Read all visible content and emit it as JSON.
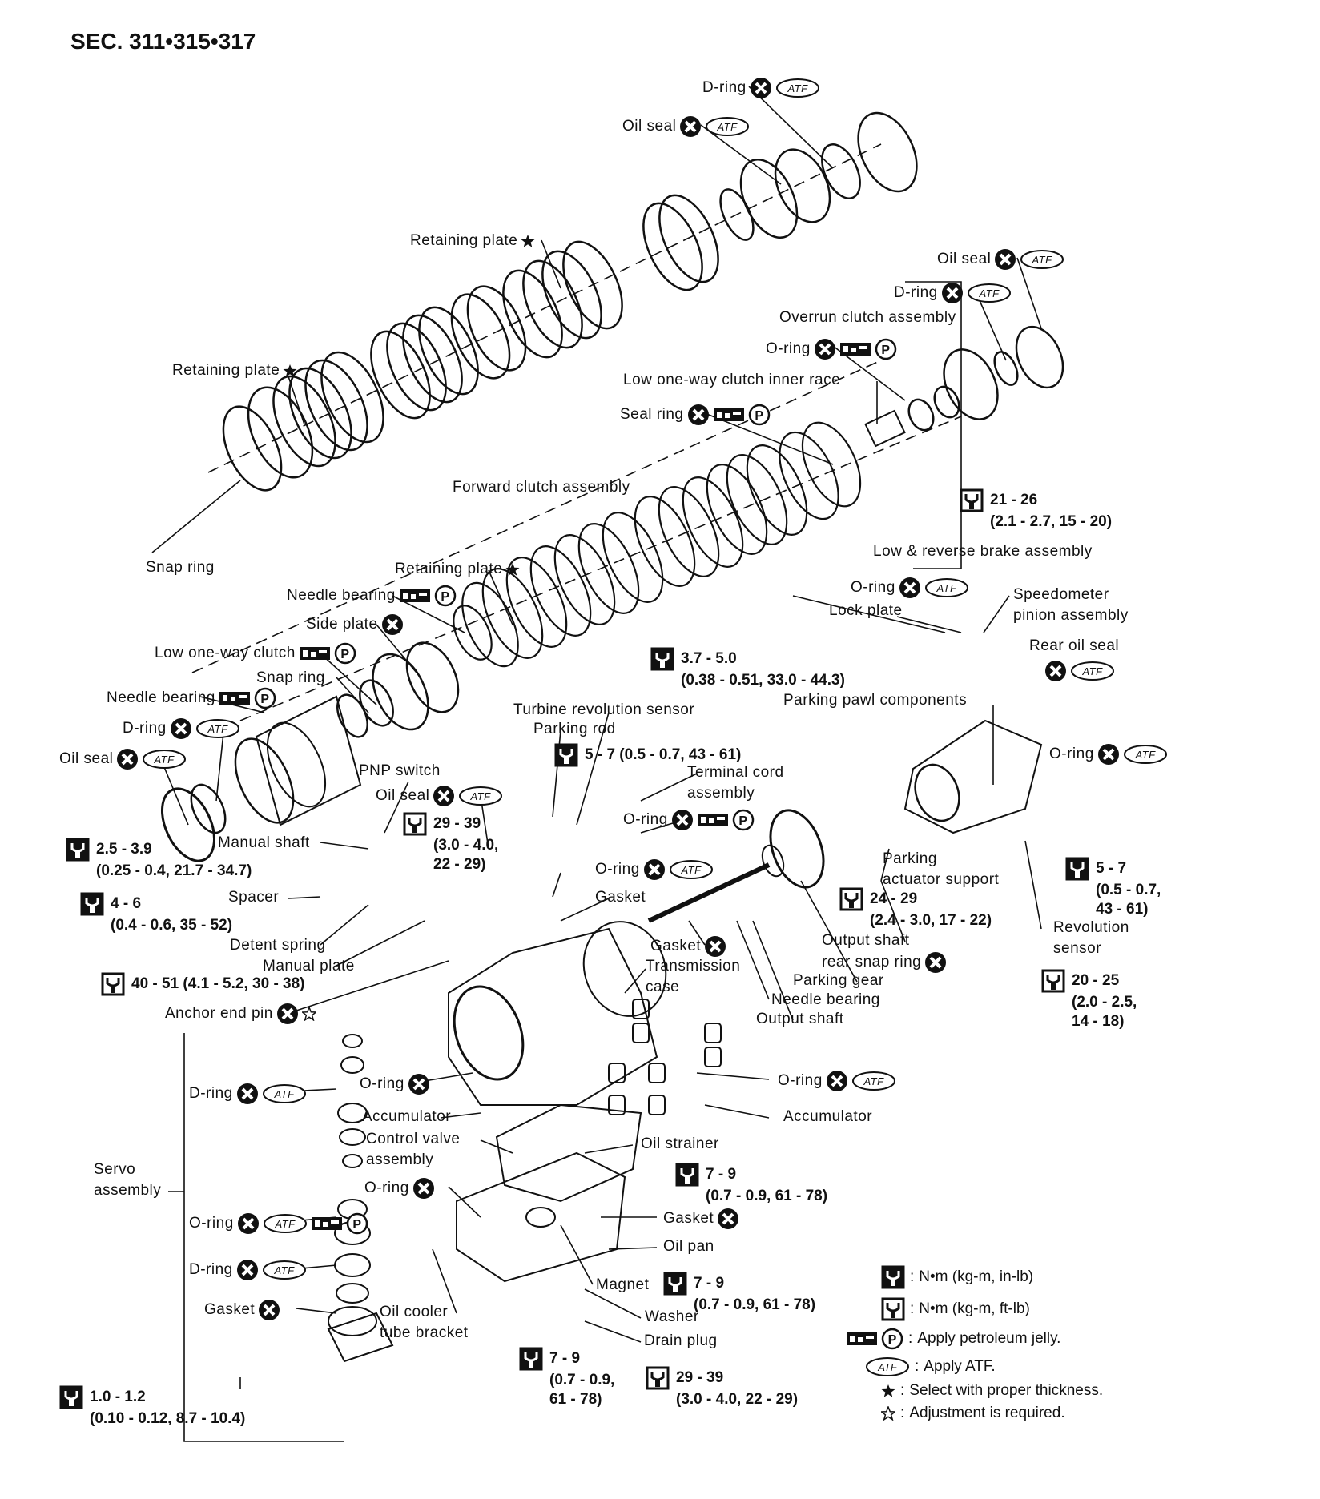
{
  "header": {
    "section": "SEC. 311•315•317"
  },
  "labels": [
    {
      "id": "d-ring-top",
      "text": "D-ring",
      "symbols": [
        "x",
        "atf"
      ]
    },
    {
      "id": "oil-seal-top",
      "text": "Oil seal",
      "symbols": [
        "x",
        "atf"
      ]
    },
    {
      "id": "retaining-plate-1",
      "text": "Retaining plate",
      "symbols": [
        "star"
      ]
    },
    {
      "id": "oil-seal-right",
      "text": "Oil seal",
      "symbols": [
        "x",
        "atf"
      ]
    },
    {
      "id": "d-ring-right",
      "text": "D-ring",
      "symbols": [
        "x",
        "atf"
      ]
    },
    {
      "id": "overrun-clutch",
      "text": "Overrun clutch assembly",
      "symbols": []
    },
    {
      "id": "o-ring-right",
      "text": "O-ring",
      "symbols": [
        "x",
        "jelly",
        "p"
      ]
    },
    {
      "id": "retaining-plate-2",
      "text": "Retaining plate",
      "symbols": [
        "star"
      ]
    },
    {
      "id": "low-one-way-inner",
      "text": "Low one-way clutch inner race",
      "symbols": []
    },
    {
      "id": "seal-ring",
      "text": "Seal ring",
      "symbols": [
        "x",
        "jelly",
        "p"
      ]
    },
    {
      "id": "forward-clutch",
      "text": "Forward clutch assembly",
      "symbols": []
    },
    {
      "id": "low-reverse-brake",
      "text": "Low & reverse brake assembly",
      "symbols": []
    },
    {
      "id": "snap-ring-1",
      "text": "Snap ring",
      "symbols": []
    },
    {
      "id": "retaining-plate-3",
      "text": "Retaining plate",
      "symbols": [
        "star"
      ]
    },
    {
      "id": "needle-bearing-1",
      "text": "Needle bearing",
      "symbols": [
        "jelly",
        "p"
      ]
    },
    {
      "id": "side-plate",
      "text": "Side plate",
      "symbols": [
        "x"
      ]
    },
    {
      "id": "low-one-way-clutch",
      "text": "Low one-way clutch",
      "symbols": [
        "jelly",
        "p"
      ]
    },
    {
      "id": "snap-ring-2",
      "text": "Snap ring",
      "symbols": []
    },
    {
      "id": "needle-bearing-2",
      "text": "Needle bearing",
      "symbols": [
        "jelly",
        "p"
      ]
    },
    {
      "id": "d-ring-left",
      "text": "D-ring",
      "symbols": [
        "x",
        "atf"
      ]
    },
    {
      "id": "oil-seal-left",
      "text": "Oil seal",
      "symbols": [
        "x",
        "atf"
      ]
    },
    {
      "id": "o-ring-speedo",
      "text": "O-ring",
      "symbols": [
        "x",
        "atf"
      ]
    },
    {
      "id": "lock-plate",
      "text": "Lock plate",
      "symbols": []
    },
    {
      "id": "speedometer",
      "text": "Speedometer",
      "symbols": []
    },
    {
      "id": "pinion-assembly",
      "text": "pinion assembly",
      "symbols": []
    },
    {
      "id": "rear-oil-seal",
      "text": "Rear oil seal",
      "symbols": []
    },
    {
      "id": "rear-oil-seal-sym",
      "text": "",
      "symbols": [
        "x",
        "atf"
      ]
    },
    {
      "id": "parking-pawl",
      "text": "Parking pawl components",
      "symbols": []
    },
    {
      "id": "turbine-sensor",
      "text": "Turbine revolution sensor",
      "symbols": []
    },
    {
      "id": "parking-rod",
      "text": "Parking rod",
      "symbols": []
    },
    {
      "id": "terminal-cord",
      "text": "Terminal cord",
      "symbols": []
    },
    {
      "id": "terminal-cord-2",
      "text": "assembly",
      "symbols": []
    },
    {
      "id": "pnp-switch",
      "text": "PNP switch",
      "symbols": []
    },
    {
      "id": "oil-seal-pnp",
      "text": "Oil seal",
      "symbols": [
        "x",
        "atf"
      ]
    },
    {
      "id": "o-ring-mid",
      "text": "O-ring",
      "symbols": [
        "x",
        "jelly",
        "p"
      ]
    },
    {
      "id": "o-ring-rr",
      "text": "O-ring",
      "symbols": [
        "x",
        "atf"
      ]
    },
    {
      "id": "manual-shaft",
      "text": "Manual shaft",
      "symbols": []
    },
    {
      "id": "o-ring-center",
      "text": "O-ring",
      "symbols": [
        "x",
        "atf"
      ]
    },
    {
      "id": "parking-actuator",
      "text": "Parking",
      "symbols": []
    },
    {
      "id": "parking-actuator-2",
      "text": "actuator support",
      "symbols": []
    },
    {
      "id": "spacer",
      "text": "Spacer",
      "symbols": []
    },
    {
      "id": "gasket-1",
      "text": "Gasket",
      "symbols": []
    },
    {
      "id": "revolution-sensor",
      "text": "Revolution",
      "symbols": []
    },
    {
      "id": "revolution-sensor-2",
      "text": "sensor",
      "symbols": []
    },
    {
      "id": "gasket-2",
      "text": "Gasket",
      "symbols": [
        "x"
      ]
    },
    {
      "id": "output-shaft-snap",
      "text": "Output shaft",
      "symbols": []
    },
    {
      "id": "output-shaft-snap-2",
      "text": "rear snap ring",
      "symbols": [
        "x"
      ]
    },
    {
      "id": "detent-spring",
      "text": "Detent spring",
      "symbols": []
    },
    {
      "id": "transmission-case",
      "text": "Transmission",
      "symbols": []
    },
    {
      "id": "transmission-case-2",
      "text": "case",
      "symbols": []
    },
    {
      "id": "manual-plate",
      "text": "Manual plate",
      "symbols": []
    },
    {
      "id": "parking-gear",
      "text": "Parking gear",
      "symbols": []
    },
    {
      "id": "needle-bearing-3",
      "text": "Needle bearing",
      "symbols": []
    },
    {
      "id": "anchor-end-pin",
      "text": "Anchor end pin",
      "symbols": [
        "x",
        "openstar"
      ]
    },
    {
      "id": "output-shaft",
      "text": "Output shaft",
      "symbols": []
    },
    {
      "id": "o-ring-acc",
      "text": "O-ring",
      "symbols": [
        "x",
        "atf"
      ]
    },
    {
      "id": "d-ring-servo",
      "text": "D-ring",
      "symbols": [
        "x",
        "atf"
      ]
    },
    {
      "id": "o-ring-servo-top",
      "text": "O-ring",
      "symbols": [
        "x"
      ]
    },
    {
      "id": "accumulator-1",
      "text": "Accumulator",
      "symbols": []
    },
    {
      "id": "accumulator-2",
      "text": "Accumulator",
      "symbols": []
    },
    {
      "id": "control-valve",
      "text": "Control valve",
      "symbols": []
    },
    {
      "id": "control-valve-2",
      "text": "assembly",
      "symbols": []
    },
    {
      "id": "oil-strainer",
      "text": "Oil strainer",
      "symbols": []
    },
    {
      "id": "servo-assembly",
      "text": "Servo",
      "symbols": []
    },
    {
      "id": "servo-assembly-2",
      "text": "assembly",
      "symbols": []
    },
    {
      "id": "o-ring-cv",
      "text": "O-ring",
      "symbols": [
        "x"
      ]
    },
    {
      "id": "o-ring-servo",
      "text": "O-ring",
      "symbols": [
        "x",
        "atf",
        "jelly",
        "p"
      ]
    },
    {
      "id": "gasket-pan",
      "text": "Gasket",
      "symbols": [
        "x"
      ]
    },
    {
      "id": "oil-pan",
      "text": "Oil pan",
      "symbols": []
    },
    {
      "id": "d-ring-servo-2",
      "text": "D-ring",
      "symbols": [
        "x",
        "atf"
      ]
    },
    {
      "id": "magnet",
      "text": "Magnet",
      "symbols": []
    },
    {
      "id": "gasket-servo",
      "text": "Gasket",
      "symbols": [
        "x"
      ]
    },
    {
      "id": "oil-cooler",
      "text": "Oil cooler",
      "symbols": []
    },
    {
      "id": "oil-cooler-2",
      "text": "tube bracket",
      "symbols": []
    },
    {
      "id": "washer",
      "text": "Washer",
      "symbols": []
    },
    {
      "id": "drain-plug",
      "text": "Drain plug",
      "symbols": []
    }
  ],
  "torques": [
    {
      "id": "tq-21-26",
      "wrench": "ft",
      "lines": [
        "21 - 26",
        "(2.1 - 2.7, 15 - 20)"
      ]
    },
    {
      "id": "tq-3.7-5.0",
      "wrench": "in",
      "lines": [
        "3.7 - 5.0",
        "(0.38 - 0.51, 33.0 - 44.3)"
      ]
    },
    {
      "id": "tq-5-7-a",
      "wrench": "in",
      "lines": [
        "5 - 7 (0.5 - 0.7, 43 - 61)"
      ]
    },
    {
      "id": "tq-29-39-a",
      "wrench": "ft",
      "lines": [
        "29 - 39",
        "(3.0 - 4.0,",
        "22 - 29)"
      ]
    },
    {
      "id": "tq-2.5-3.9",
      "wrench": "in",
      "lines": [
        "2.5 - 3.9",
        "(0.25 - 0.4, 21.7 - 34.7)"
      ]
    },
    {
      "id": "tq-5-7-b",
      "wrench": "in",
      "lines": [
        "5 - 7",
        "(0.5 - 0.7,",
        "43 - 61)"
      ]
    },
    {
      "id": "tq-4-6",
      "wrench": "in",
      "lines": [
        "4 - 6",
        "(0.4 - 0.6, 35 - 52)"
      ]
    },
    {
      "id": "tq-24-29",
      "wrench": "ft",
      "lines": [
        "24 - 29",
        "(2.4 - 3.0, 17 - 22)"
      ]
    },
    {
      "id": "tq-20-25",
      "wrench": "ft",
      "lines": [
        "20 - 25",
        "(2.0 - 2.5,",
        "14 - 18)"
      ]
    },
    {
      "id": "tq-40-51",
      "wrench": "ft",
      "lines": [
        "40 - 51 (4.1 - 5.2, 30 - 38)"
      ]
    },
    {
      "id": "tq-7-9-a",
      "wrench": "in",
      "lines": [
        "7 - 9",
        "(0.7 - 0.9, 61 - 78)"
      ]
    },
    {
      "id": "tq-7-9-b",
      "wrench": "in",
      "lines": [
        "7 - 9",
        "(0.7 - 0.9, 61 - 78)"
      ]
    },
    {
      "id": "tq-7-9-c",
      "wrench": "in",
      "lines": [
        "7 - 9",
        "(0.7 - 0.9,",
        "61 - 78)"
      ]
    },
    {
      "id": "tq-29-39-b",
      "wrench": "ft",
      "lines": [
        "29 - 39",
        "(3.0 - 4.0, 22 - 29)"
      ]
    },
    {
      "id": "tq-1.0-1.2",
      "wrench": "in",
      "lines": [
        "1.0 - 1.2",
        "(0.10 - 0.12, 8.7 - 10.4)"
      ]
    }
  ],
  "legend": [
    {
      "symbol": "wrench-in",
      "text": "N•m (kg-m, in-lb)"
    },
    {
      "symbol": "wrench-ft",
      "text": "N•m (kg-m, ft-lb)"
    },
    {
      "symbol": "jelly-p",
      "text": "Apply petroleum jelly."
    },
    {
      "symbol": "atf",
      "text": "Apply ATF."
    },
    {
      "symbol": "star",
      "text": "Select with proper thickness."
    },
    {
      "symbol": "openstar",
      "text": "Adjustment is required."
    }
  ],
  "symbols": {
    "x": "x-circle-icon",
    "atf": "atf-oval-icon",
    "jelly": "petroleum-jelly-icon",
    "p": "p-circle-icon",
    "star": "star-icon",
    "openstar": "open-star-icon"
  },
  "colors": {
    "ink": "#111111",
    "paper": "#ffffff"
  }
}
